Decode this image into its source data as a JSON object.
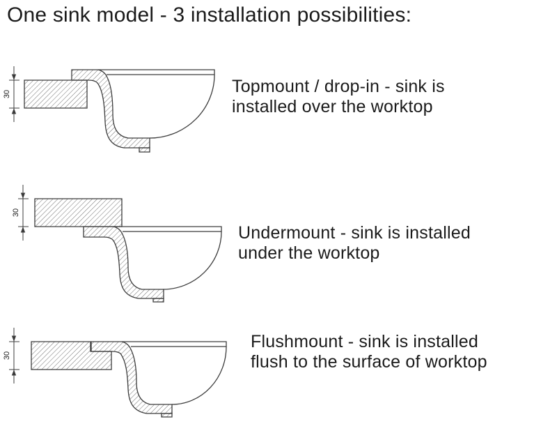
{
  "page": {
    "title": "One sink model - 3 installation possibilities:"
  },
  "sections": [
    {
      "name": "topmount",
      "dimension_label": "30",
      "caption_line1": "Topmount / drop-in - sink is",
      "caption_line2": "installed over the worktop"
    },
    {
      "name": "undermount",
      "dimension_label": "30",
      "caption_line1": "Undermount - sink is installed",
      "caption_line2": "under the worktop"
    },
    {
      "name": "flushmount",
      "dimension_label": "30",
      "caption_line1": "Flushmount - sink is installed",
      "caption_line2": "flush to the surface of worktop"
    }
  ],
  "colors": {
    "line": "#3b3b3b",
    "hatch": "#5f5f5f",
    "text": "#1a1a1a",
    "background": "#ffffff"
  }
}
